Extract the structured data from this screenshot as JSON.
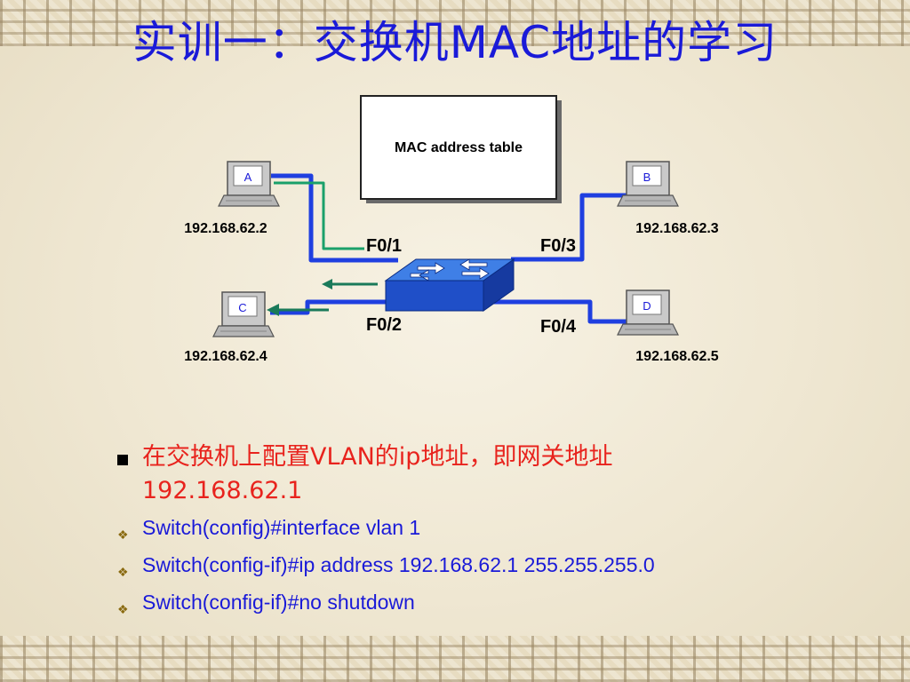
{
  "title": "实训一：交换机MAC地址的学习",
  "diagram": {
    "table_label": "MAC address table",
    "hosts": [
      {
        "label": "A",
        "ip": "192.168.62.2"
      },
      {
        "label": "B",
        "ip": "192.168.62.3"
      },
      {
        "label": "C",
        "ip": "192.168.62.4"
      },
      {
        "label": "D",
        "ip": "192.168.62.5"
      }
    ],
    "ports": {
      "p1": "F0/1",
      "p2": "F0/2",
      "p3": "F0/3",
      "p4": "F0/4"
    },
    "colors": {
      "link": "#1f3fe0",
      "link_highlight": "#1aa06a",
      "arrow": "#1a7a5a",
      "switch": "#2a5ad0"
    }
  },
  "bullets": {
    "main_line1": "在交换机上配置VLAN的ip地址，即网关地址",
    "main_line2": "192.168.62.1",
    "subs": [
      "Switch(config)#interface vlan 1",
      "Switch(config-if)#ip address 192.168.62.1 255.255.255.0",
      "Switch(config-if)#no shutdown"
    ]
  }
}
